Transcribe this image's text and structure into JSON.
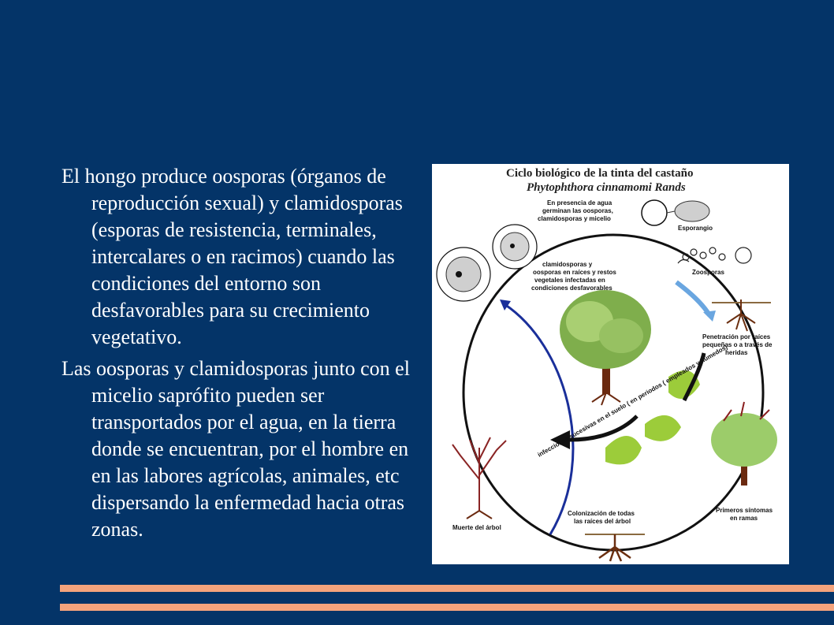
{
  "slide": {
    "paragraphs": [
      "El hongo produce oosporas (órganos de reproducción sexual) y clamidosporas (esporas de resistencia, terminales, intercalares o en racimos) cuando las condiciones del entorno son desfavorables para su crecimiento vegetativo.",
      "Las oosporas y clamidosporas junto con el micelio saprófito pueden ser transportados por el agua, en la tierra donde se encuentran, por el hombre en  en las labores agrícolas, animales, etc dispersando la enfermedad hacia otras zonas."
    ]
  },
  "diagram": {
    "title": "Ciclo biológico de la tinta del castaño",
    "subtitle": "Phytophthora cinnamomi Rands",
    "labels": {
      "water_1": "En presencia de agua",
      "water_2": "germinan las oosporas,",
      "water_3": "clamidosporas y micelio",
      "esporangio": "Esporangio",
      "zoosporas": "Zoosporas",
      "clam_1": "clamidosporas y",
      "clam_2": "oosporas en raíces y restos",
      "clam_3": "vegetales infectadas en",
      "clam_4": "condiciones desfavorables",
      "pen_1": "Penetración por raíces",
      "pen_2": "pequeñas o a través de",
      "pen_3": "heridas",
      "infections": "infecciones sucesivas en el suelo ( en periodos ( empleados y húmedos)",
      "sintomas_1": "Primeros síntomas",
      "sintomas_2": "en ramas",
      "colon_1": "Colonización de todas",
      "colon_2": "las raíces del árbol",
      "muerte": "Muerte del árbol"
    },
    "colors": {
      "accent_arrow": "#1a2f9a",
      "spore_arrow": "#6aa6e0",
      "green_spiral": "#9ccc3a"
    }
  }
}
